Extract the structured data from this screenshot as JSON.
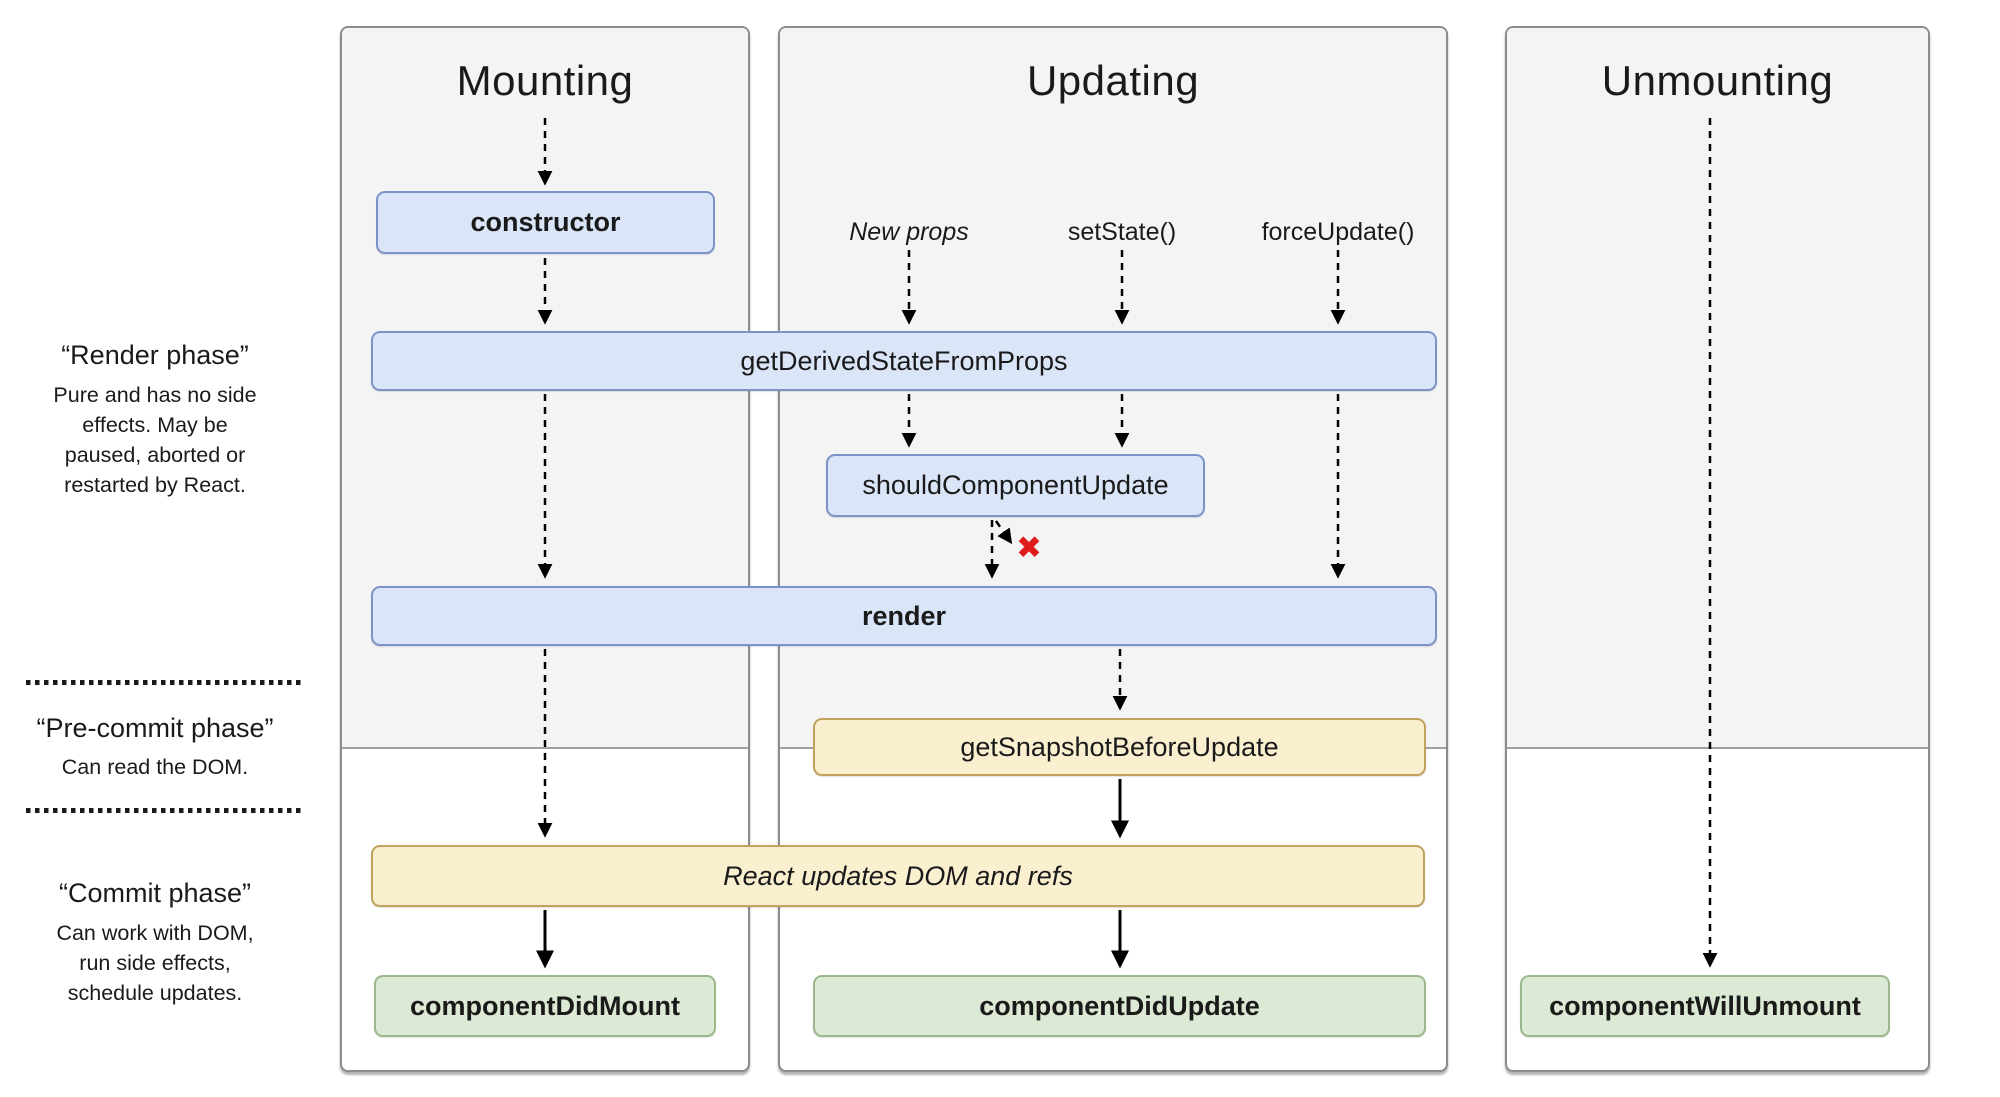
{
  "colors": {
    "blue_fill": "#dbe5f8",
    "blue_border": "#7b93c9",
    "yellow_fill": "#faf0d0",
    "yellow_border": "#c0a35e",
    "green_fill": "#dce9d5",
    "green_border": "#9bb88d",
    "panel_gray": "#f4f4f4",
    "panel_border": "#8c8c8c",
    "reject_red": "#e01b1b",
    "arrow_black": "#000000"
  },
  "left_notes": {
    "render": {
      "title": "“Render phase”",
      "lines": [
        "Pure and has no side",
        "effects. May be",
        "paused, aborted or",
        "restarted by React."
      ]
    },
    "pre_commit": {
      "title": "“Pre-commit phase”",
      "lines": [
        "Can read the DOM."
      ]
    },
    "commit": {
      "title": "“Commit phase”",
      "lines": [
        "Can work with DOM,",
        "run side effects,",
        "schedule updates."
      ]
    }
  },
  "columns": {
    "mounting": {
      "title": "Mounting"
    },
    "updating": {
      "title": "Updating",
      "triggers": [
        "New props",
        "setState()",
        "forceUpdate()"
      ]
    },
    "unmounting": {
      "title": "Unmounting"
    }
  },
  "nodes": {
    "constructor": "constructor",
    "get_derived_state_from_props": "getDerivedStateFromProps",
    "should_component_update": "shouldComponentUpdate",
    "render": "render",
    "get_snapshot_before_update": "getSnapshotBeforeUpdate",
    "react_updates_dom": "React updates DOM and refs",
    "component_did_mount": "componentDidMount",
    "component_did_update": "componentDidUpdate",
    "component_will_unmount": "componentWillUnmount",
    "reject_mark": "✖"
  }
}
